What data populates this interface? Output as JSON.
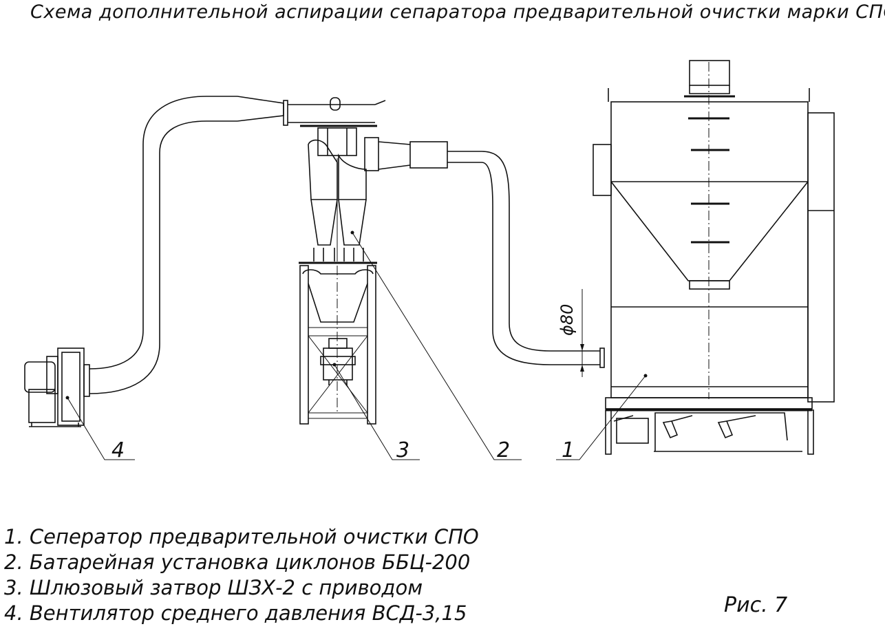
{
  "title": "Схема дополнительной аспирации сепаратора предварительной очистки марки СПО",
  "callouts": [
    "1",
    "2",
    "3",
    "4"
  ],
  "dimension_label": "ϕ80",
  "legend": [
    "1. Сеператор предварительной очистки СПО",
    "2. Батарейная установка циклонов ББЦ-200",
    "3. Шлюзовый затвор  ШЗХ-2 с приводом",
    "4. Вентилятор среднего давления ВСД-3,15"
  ],
  "figure_label": "Рис. 7"
}
